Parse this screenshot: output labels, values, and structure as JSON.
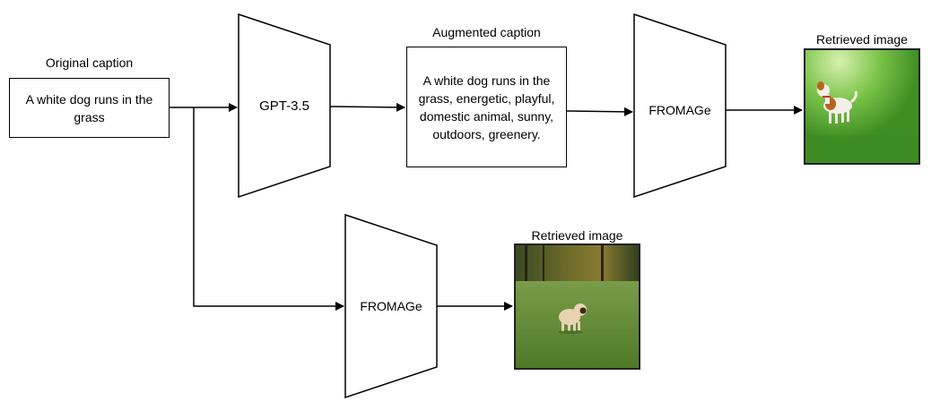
{
  "original": {
    "title": "Original caption",
    "text": "A white dog runs in the grass"
  },
  "gpt": {
    "label": "GPT-3.5"
  },
  "augmented": {
    "title": "Augmented caption",
    "text": "A white dog runs in the grass, energetic, playful, domestic animal, sunny, outdoors, greenery."
  },
  "fromage_top": {
    "label": "FROMAGe"
  },
  "fromage_bottom": {
    "label": "FROMAGe"
  },
  "retrieved_top": {
    "title": "Retrieved image"
  },
  "retrieved_bottom": {
    "title": "Retrieved image"
  },
  "colors": {
    "grass": "#4e9a2a",
    "grass_light": "#7cc44a",
    "trees": "#4a5a2a",
    "dog_white": "#f4efe6",
    "dog_brown": "#b5651d",
    "pug_fawn": "#e8d3b0"
  }
}
